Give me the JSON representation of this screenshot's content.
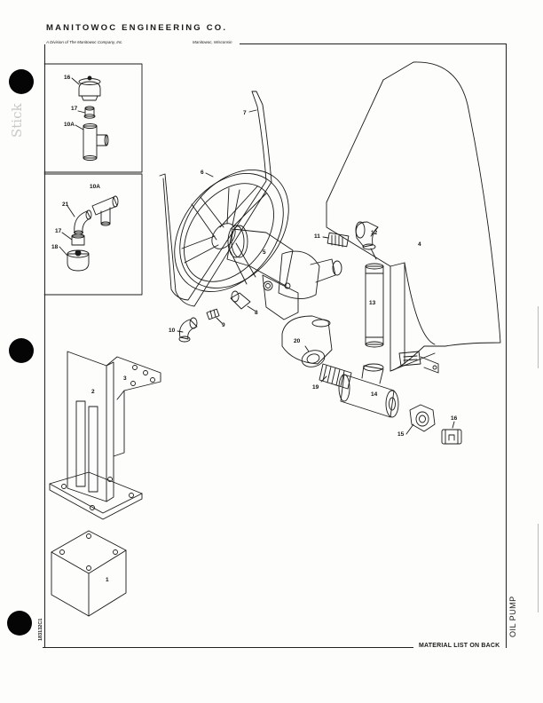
{
  "header": {
    "company": "MANITOWOC ENGINEERING CO.",
    "subtitle_left": "A Division of The Manitowoc Company, Inc.",
    "subtitle_right": "Manitowoc, Wisconsin"
  },
  "footer": {
    "material_list": "MATERIAL LIST ON BACK",
    "doc_number": "183132C1"
  },
  "side_title": "OIL PUMP",
  "margin_stamp": "Stick",
  "parts": [
    "1",
    "2",
    "3",
    "4",
    "5",
    "6",
    "7",
    "8",
    "9",
    "10",
    "10A",
    "11",
    "12",
    "13",
    "14",
    "15",
    "16",
    "17",
    "18",
    "19",
    "20",
    "21"
  ],
  "labels": {
    "inset1": {
      "p16": "16",
      "p17": "17",
      "p10a": "10A"
    },
    "inset2": {
      "p10a": "10A",
      "p21": "21",
      "p17": "17",
      "p18": "18"
    },
    "main": {
      "p1": "1",
      "p2": "2",
      "p3": "3",
      "p4": "4",
      "p5": "5",
      "p6": "6",
      "p7": "7",
      "p8": "8",
      "p9": "9",
      "p10": "10",
      "p11": "11",
      "p12": "12",
      "p13": "13",
      "p14": "14",
      "p15": "15",
      "p16": "16",
      "p19": "19",
      "p20": "20"
    }
  }
}
